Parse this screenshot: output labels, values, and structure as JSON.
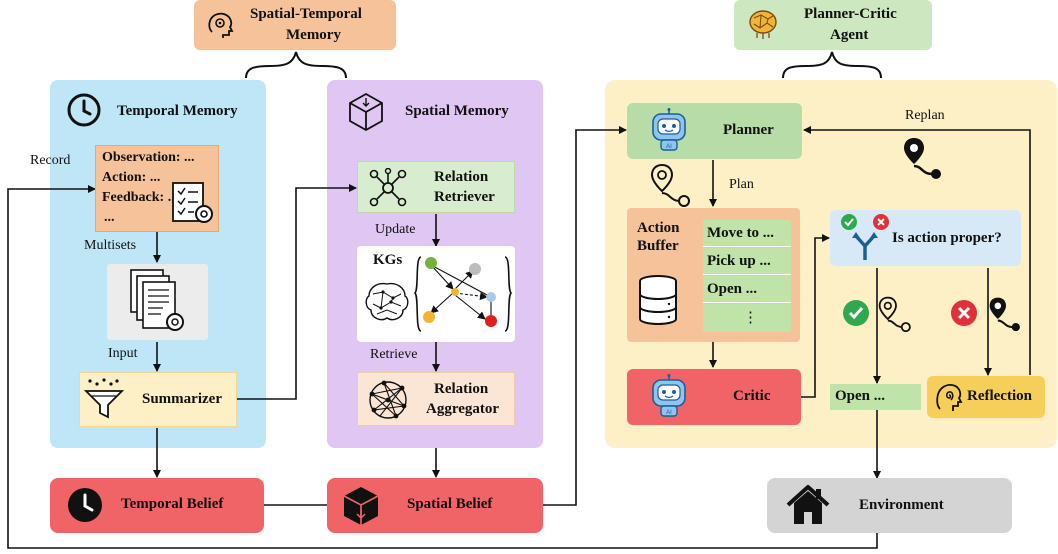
{
  "stm": {
    "title_line1": "Spatial-Temporal",
    "title_line2": "Memory"
  },
  "pca": {
    "title_line1": "Planner-Critic",
    "title_line2": "Agent"
  },
  "temporal": {
    "title": "Temporal Memory",
    "record": "Record",
    "obs": [
      "Observation: ...",
      "Action: ...",
      "Feedback: ...",
      "..."
    ],
    "multisets": "Multisets",
    "input": "Input",
    "summarizer": "Summarizer",
    "belief": "Temporal Belief"
  },
  "spatial": {
    "title": "Spatial Memory",
    "retriever_line1": "Relation",
    "retriever_line2": "Retriever",
    "update": "Update",
    "kgs": "KGs",
    "retrieve": "Retrieve",
    "aggregator_line1": "Relation",
    "aggregator_line2": "Aggregator",
    "belief": "Spatial Belief"
  },
  "agent": {
    "planner": "Planner",
    "replan": "Replan",
    "plan": "Plan",
    "buffer_line1": "Action",
    "buffer_line2": "Buffer",
    "buffer_items": [
      "Move to ...",
      "Pick up ...",
      "Open ...",
      "⋮"
    ],
    "question": "Is action proper?",
    "critic": "Critic",
    "open": "Open ...",
    "reflection": "Reflection",
    "environment": "Environment",
    "ai_tag": "AI"
  },
  "colors": {
    "blue_panel": "#bfe6f7",
    "purple_panel": "#e0c6f2",
    "yellow_panel": "#fdf0c6",
    "orange_tag": "#f6c29a",
    "green_tag": "#cde8c0",
    "red_belief": "#f06467",
    "green_node": "#d8ecd0",
    "peach_node": "#fbe5d5",
    "env_gray": "#d4d4d4"
  }
}
